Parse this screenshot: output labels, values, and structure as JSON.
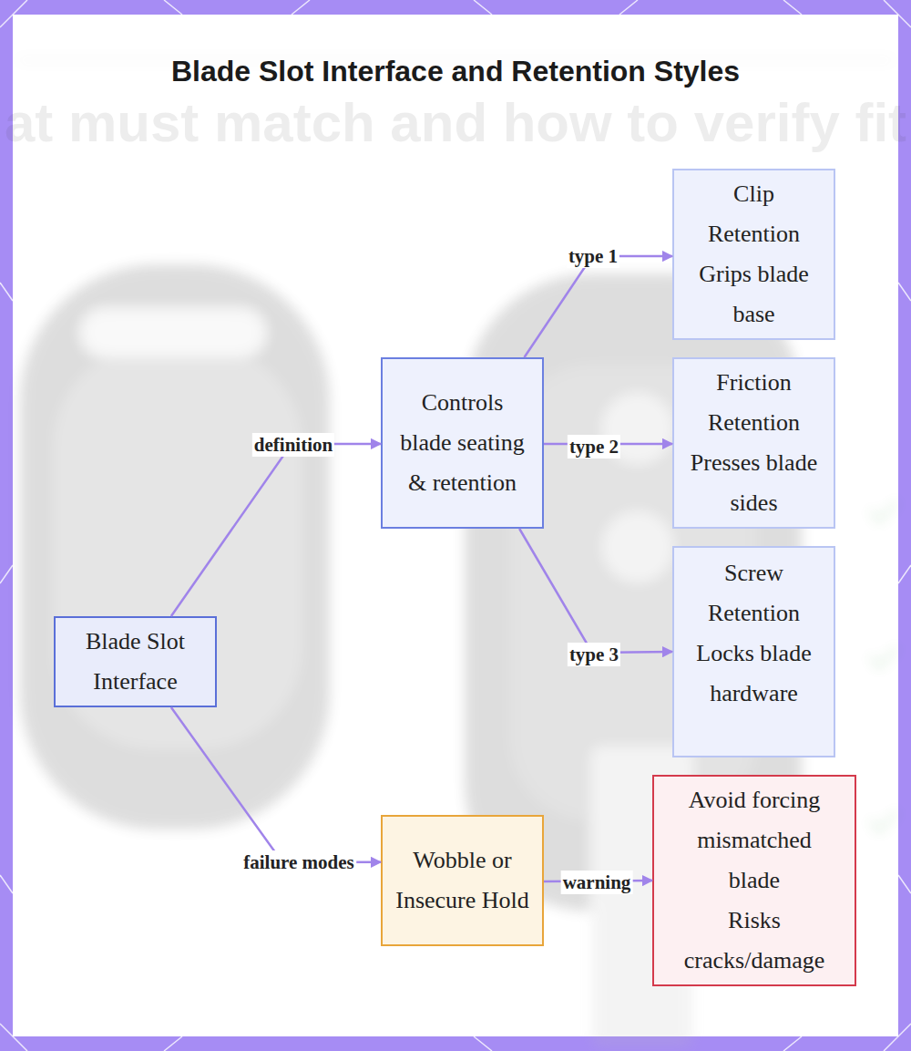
{
  "diagram": {
    "title": "Blade Slot Interface and Retention Styles",
    "nodes": [
      {
        "text": [
          "Blade Slot Interface"
        ]
      },
      {
        "text": [
          "Controls blade seating & retention"
        ]
      },
      {
        "text": [
          "Clip Retention",
          "Grips blade base"
        ]
      },
      {
        "text": [
          "Friction Retention",
          "Presses blade sides"
        ]
      },
      {
        "text": [
          "Screw Retention",
          "Locks blade hardware"
        ]
      },
      {
        "text": [
          "Wobble or Insecure Hold"
        ]
      },
      {
        "text": [
          "Avoid forcing mismatched blade",
          "Risks cracks/damage"
        ]
      }
    ],
    "edges": [
      {
        "from": 0,
        "to": 1,
        "label": "definition",
        "arrow": "to"
      },
      {
        "from": 1,
        "to": 2,
        "label": "type 1",
        "arrow": "to"
      },
      {
        "from": 1,
        "to": 3,
        "label": "type 2",
        "arrow": "to"
      },
      {
        "from": 1,
        "to": 4,
        "label": "type 3",
        "arrow": "to"
      },
      {
        "from": 0,
        "to": 5,
        "label": "failure modes",
        "arrow": "to"
      },
      {
        "from": 5,
        "to": 6,
        "label": "warning",
        "arrow": "to"
      }
    ],
    "labels": [
      "at must match and how to verify fit"
    ]
  }
}
